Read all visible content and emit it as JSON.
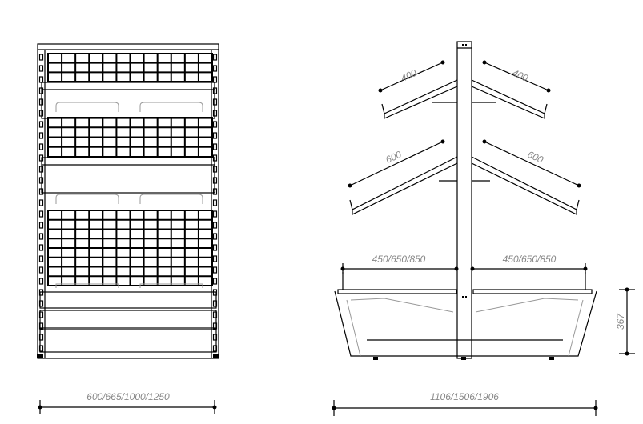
{
  "title": "Shelving unit elevation drawings",
  "front_view": {
    "width_dimension": "600/665/1000/1250"
  },
  "side_view": {
    "upper_shelf_left_depth": "400",
    "upper_shelf_right_depth": "400",
    "middle_shelf_left_depth": "600",
    "middle_shelf_right_depth": "600",
    "base_left_depth": "450/650/850",
    "base_right_depth": "450/650/850",
    "base_height": "367",
    "total_width_dimension": "1106/1506/1906"
  },
  "colors": {
    "line": "#000000",
    "dimension_text": "#888888"
  }
}
